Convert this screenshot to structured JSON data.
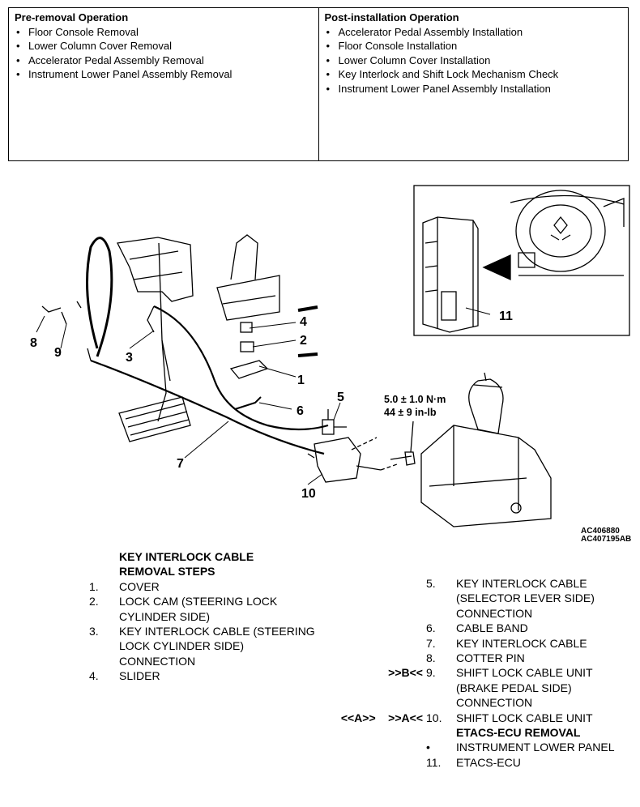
{
  "pre_removal": {
    "title": "Pre-removal Operation",
    "items": [
      "Floor Console Removal",
      "Lower Column Cover Removal",
      "Accelerator Pedal Assembly Removal",
      "Instrument Lower Panel Assembly Removal"
    ]
  },
  "post_installation": {
    "title": "Post-installation Operation",
    "items": [
      "Accelerator Pedal Assembly Installation",
      "Floor Console Installation",
      "Lower Column Cover Installation",
      "Key Interlock and Shift Lock Mechanism Check",
      "Instrument Lower Panel Assembly Installation"
    ]
  },
  "diagram": {
    "callouts": [
      "1",
      "2",
      "3",
      "4",
      "5",
      "6",
      "7",
      "8",
      "9",
      "10",
      "11"
    ],
    "torque_nm": "5.0 ± 1.0 N·m",
    "torque_inlb": "44 ± 9 in-lb",
    "code1": "AC406880",
    "code2": "AC407195AB"
  },
  "steps_title": "KEY INTERLOCK CABLE REMOVAL STEPS",
  "steps_left": [
    {
      "num": "1.",
      "text": "COVER"
    },
    {
      "num": "2.",
      "text": "LOCK CAM (STEERING LOCK CYLINDER SIDE)"
    },
    {
      "num": "3.",
      "text": "KEY INTERLOCK CABLE (STEERING LOCK CYLINDER SIDE) CONNECTION"
    },
    {
      "num": "4.",
      "text": "SLIDER"
    }
  ],
  "steps_right": [
    {
      "mark": "",
      "num": "5.",
      "text": "KEY INTERLOCK CABLE (SELECTOR LEVER SIDE) CONNECTION"
    },
    {
      "mark": "",
      "num": "6.",
      "text": "CABLE BAND"
    },
    {
      "mark": "",
      "num": "7.",
      "text": "KEY INTERLOCK CABLE"
    },
    {
      "mark": "",
      "num": "8.",
      "text": "COTTER PIN"
    },
    {
      "mark": ">>B<<",
      "num": "9.",
      "text": "SHIFT LOCK CABLE UNIT (BRAKE PEDAL SIDE) CONNECTION"
    },
    {
      "mark": "<<A>>    >>A<<",
      "num": "10.",
      "text": "SHIFT LOCK CABLE UNIT"
    }
  ],
  "etacs_title": "ETACS-ECU REMOVAL",
  "etacs_steps": [
    {
      "num": "•",
      "text": "INSTRUMENT LOWER PANEL"
    },
    {
      "num": "11.",
      "text": "ETACS-ECU"
    }
  ]
}
